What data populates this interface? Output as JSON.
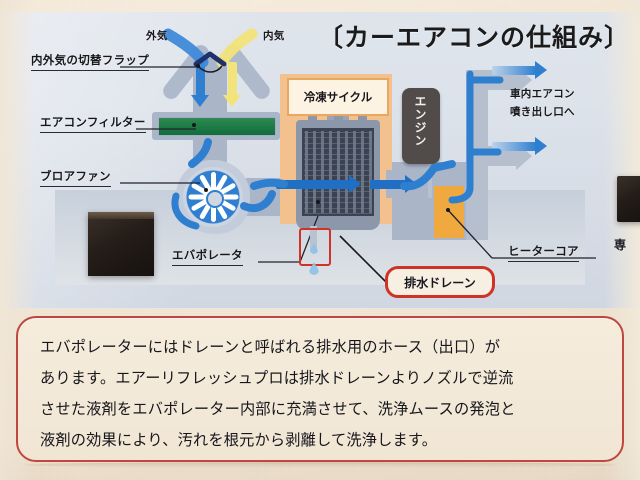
{
  "title": "〔カーエアコンの仕組み〕",
  "diagram": {
    "air_sources": {
      "outside_air": "外気",
      "inside_air": "内気"
    },
    "labels": {
      "flap": "内外気の切替フラップ",
      "filter": "エアコンフィルター",
      "blower": "ブロアファン",
      "evaporator": "エバポレータ",
      "heater_core": "ヒーターコア",
      "drain": "排水ドレーン"
    },
    "callouts": {
      "refrigeration_cycle": "冷凍サイクル",
      "engine": "エンジン",
      "outlet": "車内エアコン\n噴き出し口へ",
      "outlet_line1": "車内エアコン",
      "outlet_line2": "噴き出し口へ"
    },
    "edge_caption": "専"
  },
  "description": {
    "line1": "エバポレーターにはドレーンと呼ばれる排水用のホース（出口）が",
    "line2": "あります。エアーリフレッシュプロは排水ドレーンよりノズルで逆流",
    "line3": "させた液剤をエバポレーター内部に充満させて、洗浄ムースの発泡と",
    "line4": "液剤の効果により、汚れを根元から剥離して洗浄します。",
    "full": "エバポレーターにはドレーンと呼ばれる排水用のホース（出口）があります。エアーリフレッシュプロは排水ドレーンよりノズルで逆流させた液剤をエバポレーター内部に充満させて、洗浄ムースの発泡と液剤の効果により、汚れを根元から剥離して洗浄します。"
  },
  "colors": {
    "paper": "#f3e7d4",
    "plate": "#dde3ec",
    "accent_red": "#cf3226",
    "box_red": "#c0463f",
    "filter_green": "#1d7a45",
    "cold_orange": "#f2c18d",
    "heater_orange": "#f0a93f",
    "airflow_blue": "#2f7fd0",
    "inside_air_yellow": "#f2e37a",
    "engine_gray": "#514c4a",
    "housing_gray": "#aab6c8"
  }
}
